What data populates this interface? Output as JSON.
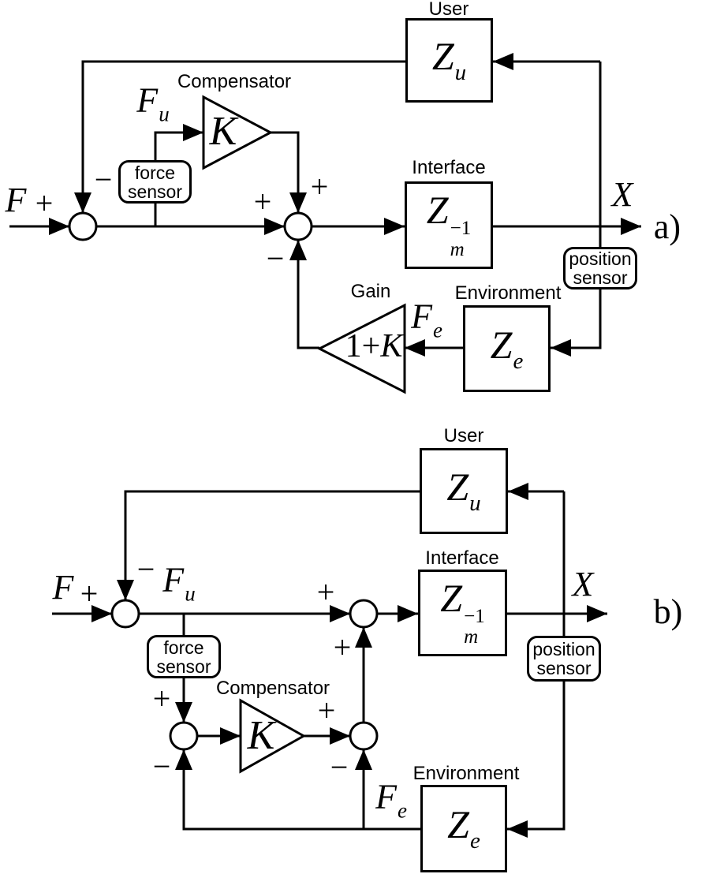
{
  "figure": {
    "background": "#ffffff",
    "ink": "#000000"
  },
  "diagram_a": {
    "tag": "a)",
    "blocks": {
      "user": {
        "title": "User",
        "symbol_base": "Z",
        "symbol_sub": "u"
      },
      "interface": {
        "title": "Interface",
        "symbol_base": "Z",
        "symbol_sup": "−1",
        "symbol_sub": "m"
      },
      "environment": {
        "title": "Environment",
        "symbol_base": "Z",
        "symbol_sub": "e"
      },
      "compensator": {
        "title": "Compensator",
        "symbol": "K"
      },
      "gain": {
        "title": "Gain",
        "value_prefix": "1+",
        "value_base": "K"
      },
      "force_sensor": {
        "line1": "force",
        "line2": "sensor"
      },
      "position_sensor": {
        "line1": "position",
        "line2": "sensor"
      }
    },
    "signals": {
      "input": "F",
      "fu_base": "F",
      "fu_sub": "u",
      "fe_base": "F",
      "fe_sub": "e",
      "output": "X"
    },
    "signs": {
      "input_plus": "+",
      "sum1_minus": "−",
      "sum2_left_plus": "+",
      "sum2_top_plus": "+",
      "sum2_bottom_minus": "−"
    }
  },
  "diagram_b": {
    "tag": "b)",
    "blocks": {
      "user": {
        "title": "User",
        "symbol_base": "Z",
        "symbol_sub": "u"
      },
      "interface": {
        "title": "Interface",
        "symbol_base": "Z",
        "symbol_sup": "−1",
        "symbol_sub": "m"
      },
      "environment": {
        "title": "Environment",
        "symbol_base": "Z",
        "symbol_sub": "e"
      },
      "compensator": {
        "title": "Compensator",
        "symbol": "K"
      },
      "force_sensor": {
        "line1": "force",
        "line2": "sensor"
      },
      "position_sensor": {
        "line1": "position",
        "line2": "sensor"
      }
    },
    "signals": {
      "input": "F",
      "fu_base": "F",
      "fu_sub": "u",
      "fe_base": "F",
      "fe_sub": "e",
      "output": "X"
    },
    "signs": {
      "input_plus": "+",
      "sum1_minus": "−",
      "sum2_left_plus": "+",
      "sum2_bottom_plus": "+",
      "sum3_top_plus": "+",
      "sum3_bottom_minus": "−",
      "sum4_left_plus": "+",
      "sum4_bottom_minus": "−"
    }
  }
}
